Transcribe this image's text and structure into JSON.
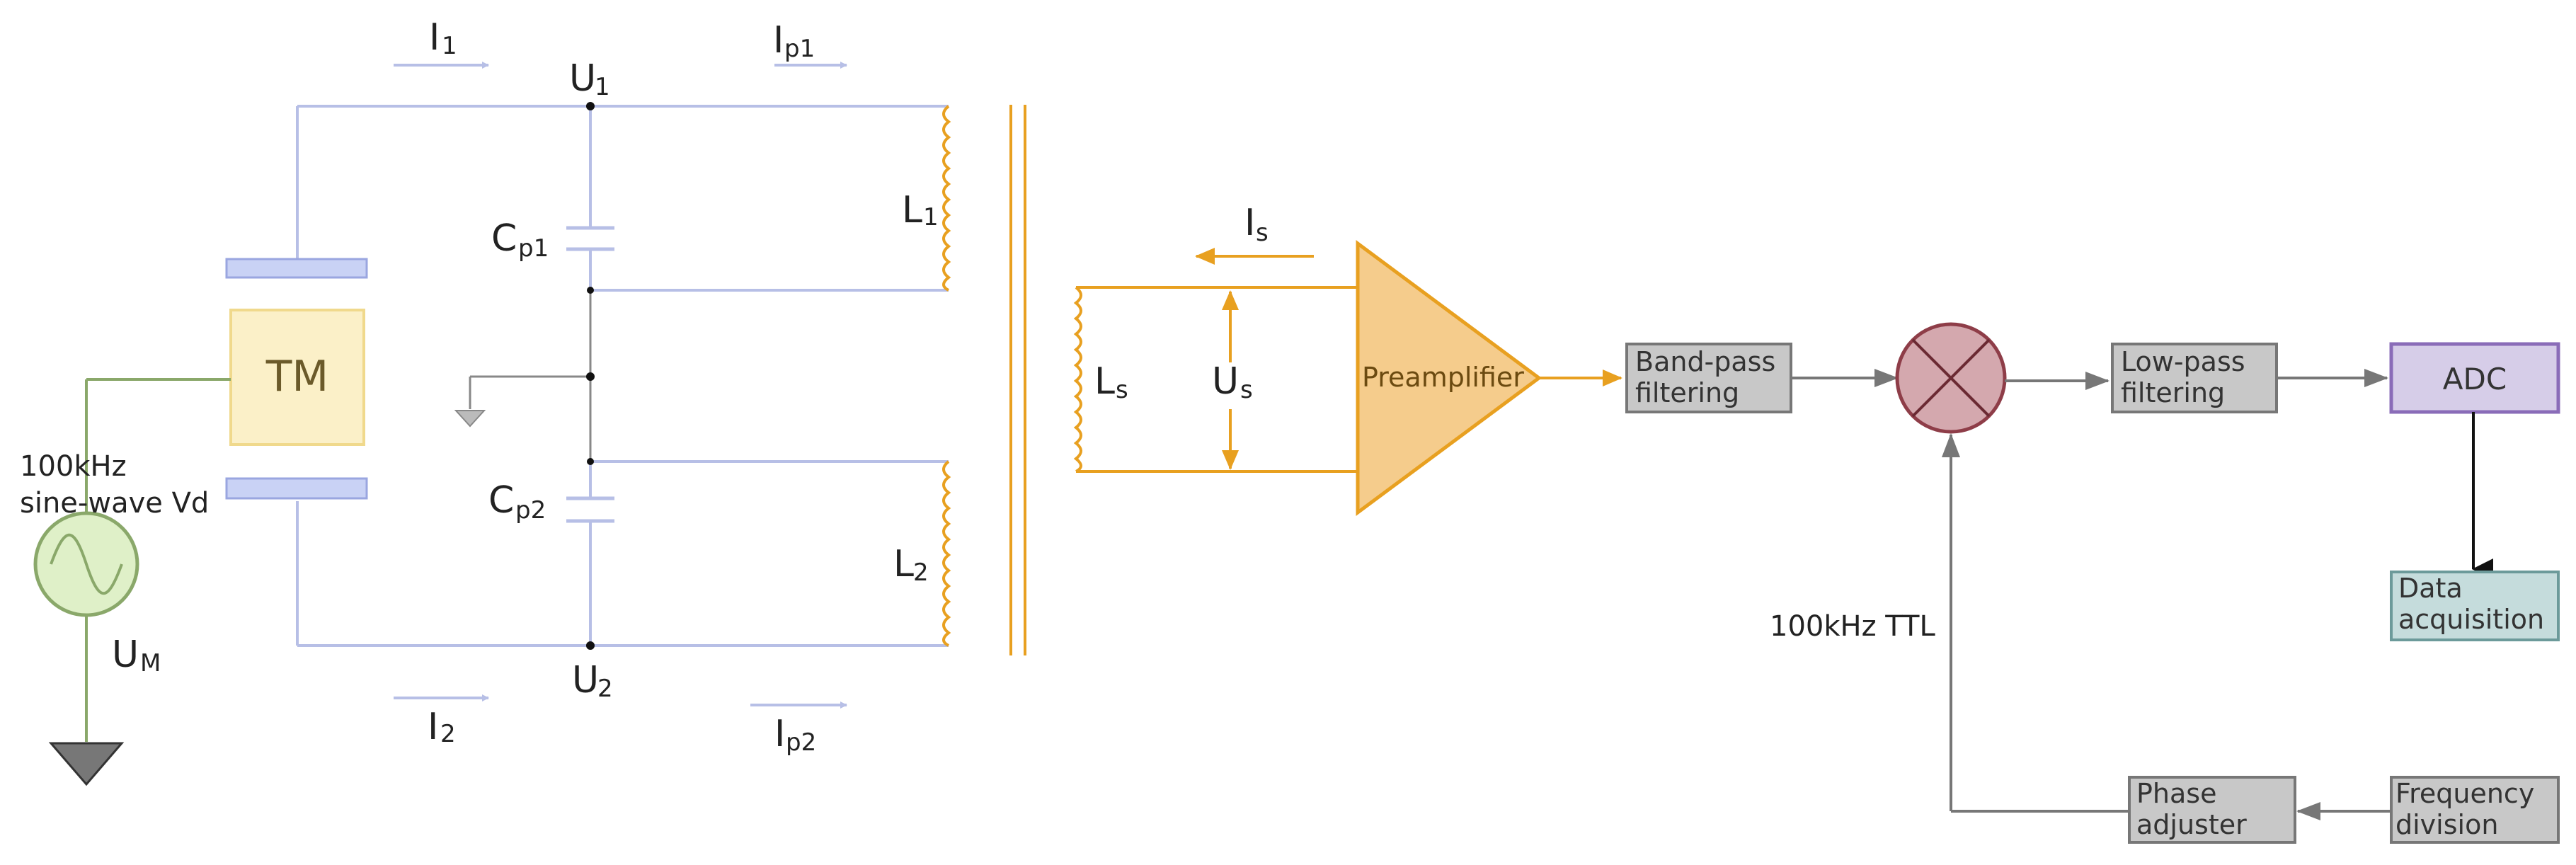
{
  "circuit": {
    "currents": {
      "i1": {
        "main": "I",
        "sub": "1"
      },
      "ip1": {
        "main": "I",
        "sub": "p1"
      },
      "i2": {
        "main": "I",
        "sub": "2"
      },
      "ip2": {
        "main": "I",
        "sub": "p2"
      },
      "is": {
        "main": "I",
        "sub": "s"
      }
    },
    "voltages": {
      "u1": {
        "main": "U",
        "sub": "1"
      },
      "u2": {
        "main": "U",
        "sub": "2"
      },
      "us": {
        "main": "U",
        "sub": "s"
      },
      "um": {
        "main": "U",
        "sub": "M"
      }
    },
    "components": {
      "cp1": {
        "main": "C",
        "sub": "p1"
      },
      "cp2": {
        "main": "C",
        "sub": "p2"
      },
      "l1": {
        "main": "L",
        "sub": "1"
      },
      "l2": {
        "main": "L",
        "sub": "2"
      },
      "ls": {
        "main": "L",
        "sub": "s"
      },
      "tm": "TM",
      "source_line1": "100kHz",
      "source_line2": "sine-wave Vd"
    }
  },
  "blocks": {
    "preamplifier": "Preamplifier",
    "bandpass_line1": "Band-pass",
    "bandpass_line2": "filtering",
    "lowpass_line1": "Low-pass",
    "lowpass_line2": "filtering",
    "adc": "ADC",
    "data_line1": "Data",
    "data_line2": "acquisition",
    "phase_line1": "Phase",
    "phase_line2": "adjuster",
    "freq_line1": "Frequency",
    "freq_line2": "division",
    "ttl": "100kHz TTL"
  },
  "colors": {
    "circuit_line": "#b7bfe6",
    "secondary": "#e8a020",
    "source": "#8aa86a",
    "tm_fill": "#fbf0c8",
    "plate_fill": "#c9d2f5",
    "mixer_fill": "#d4a8ae",
    "adc_fill": "#d6cde8",
    "data_fill": "#c5dcdc",
    "gray_box": "#c8c8c8"
  }
}
